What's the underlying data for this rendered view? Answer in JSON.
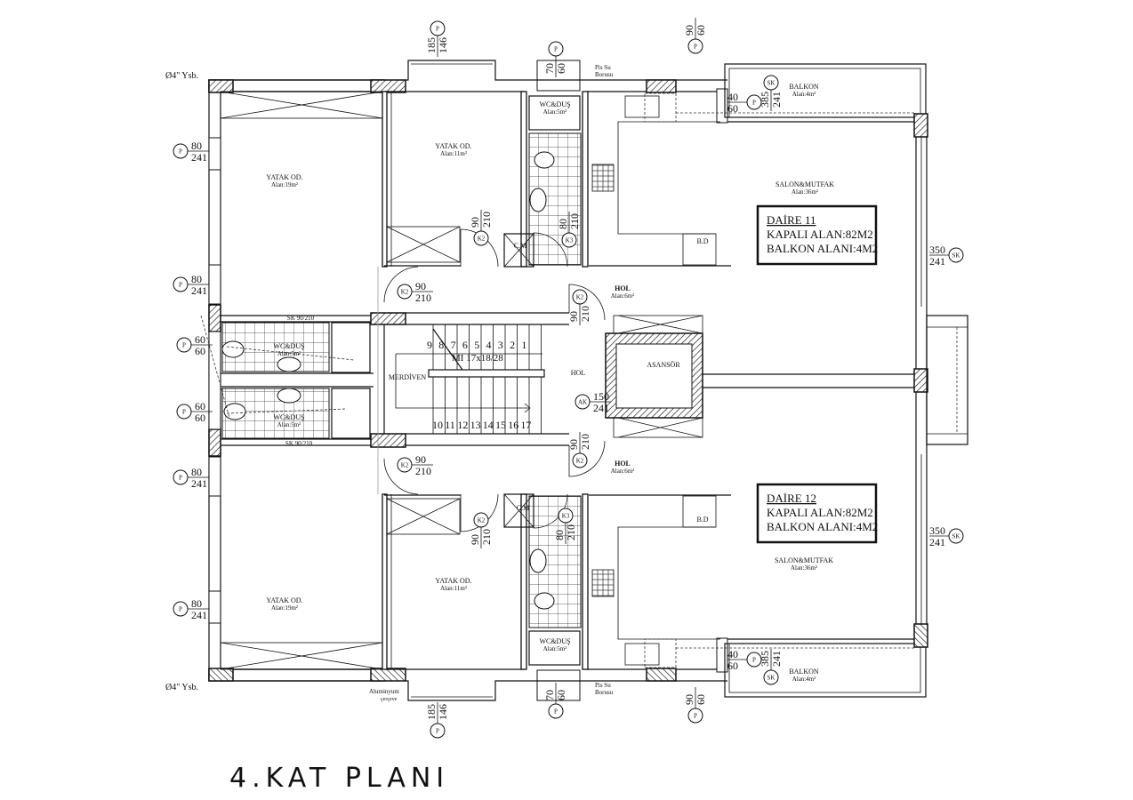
{
  "title": "4.KAT PLANI",
  "apartments": [
    {
      "name": "DAİRE 11",
      "closed_area": "KAPALI ALAN:82M2",
      "balcony_area": "BALKON ALANI:4M2"
    },
    {
      "name": "DAİRE 12",
      "closed_area": "KAPALI ALAN:82M2",
      "balcony_area": "BALKON ALANI:4M2"
    }
  ],
  "rooms": [
    {
      "name": "YATAK OD.",
      "area": "Alan:19m²"
    },
    {
      "name": "YATAK OD.",
      "area": "Alan:11m²"
    },
    {
      "name": "WC&DUŞ",
      "area": "Alan:5m²"
    },
    {
      "name": "SALON&MUTFAK",
      "area": "Alan:36m²"
    },
    {
      "name": "BALKON",
      "area": "Alan:4m²"
    },
    {
      "name": "HOL",
      "area": "Alan:6m²"
    },
    {
      "name": "WC&DUŞ",
      "area": "Alan:5m²"
    },
    {
      "name": "WC&DUŞ",
      "area": "Alan:5m²"
    },
    {
      "name": "HOL",
      "area": "Alan:6m²"
    },
    {
      "name": "YATAK OD.",
      "area": "Alan:19m²"
    },
    {
      "name": "YATAK OD.",
      "area": "Alan:11m²"
    },
    {
      "name": "WC&DUŞ",
      "area": "Alan:5m²"
    },
    {
      "name": "SALON&MUTFAK",
      "area": "Alan:36m²"
    },
    {
      "name": "BALKON",
      "area": "Alan:4m²"
    }
  ],
  "labels": {
    "stair_hall": "HOL",
    "stair": "MERDİVEN",
    "elevator": "ASANSÖR",
    "bd": "B.D",
    "cm": "C.M",
    "shaft_sk_top": "SK 90/210",
    "shaft_sk_bottom": "SK 90/210",
    "drain": "Ø4\" Ysb.",
    "pipe_line1": "Pis Su",
    "pipe_line2": "Borusu",
    "frame_line1": "Aluminyum",
    "frame_line2": "çerçeve",
    "stair_spec": "MI 17x18/28"
  },
  "stair_steps_upper": [
    "9",
    "8",
    "7",
    "6",
    "5",
    "4",
    "3",
    "2",
    "1"
  ],
  "stair_steps_lower": [
    "10",
    "11",
    "12",
    "13",
    "14",
    "15",
    "16",
    "17"
  ],
  "tags": [
    {
      "code": "P",
      "a": "80",
      "b": "241"
    },
    {
      "code": "P",
      "a": "80",
      "b": "241"
    },
    {
      "code": "P",
      "a": "60",
      "b": "60"
    },
    {
      "code": "P",
      "a": "60",
      "b": "60"
    },
    {
      "code": "P",
      "a": "80",
      "b": "241"
    },
    {
      "code": "P",
      "a": "80",
      "b": "241"
    },
    {
      "code": "P",
      "a": "185",
      "b": "146"
    },
    {
      "code": "P",
      "a": "70",
      "b": "60"
    },
    {
      "code": "P",
      "a": "90",
      "b": "60"
    },
    {
      "code": "P",
      "a": "40",
      "b": "60"
    },
    {
      "code": "SK",
      "a": "385",
      "b": "241"
    },
    {
      "code": "SK",
      "a": "350",
      "b": "241"
    },
    {
      "code": "K2",
      "a": "90",
      "b": "210"
    },
    {
      "code": "K3",
      "a": "80",
      "b": "210"
    },
    {
      "code": "K2",
      "a": "90",
      "b": "210"
    },
    {
      "code": "K2",
      "a": "90",
      "b": "210"
    },
    {
      "code": "AK",
      "a": "150",
      "b": "241"
    },
    {
      "code": "K2",
      "a": "90",
      "b": "210"
    },
    {
      "code": "K2",
      "a": "90",
      "b": "210"
    },
    {
      "code": "K2",
      "a": "90",
      "b": "210"
    },
    {
      "code": "K3",
      "a": "80",
      "b": "210"
    },
    {
      "code": "SK",
      "a": "350",
      "b": "241"
    },
    {
      "code": "P",
      "a": "40",
      "b": "60"
    },
    {
      "code": "SK",
      "a": "385",
      "b": "241"
    },
    {
      "code": "P",
      "a": "185",
      "b": "146"
    },
    {
      "code": "P",
      "a": "70",
      "b": "60"
    },
    {
      "code": "P",
      "a": "90",
      "b": "60"
    }
  ]
}
